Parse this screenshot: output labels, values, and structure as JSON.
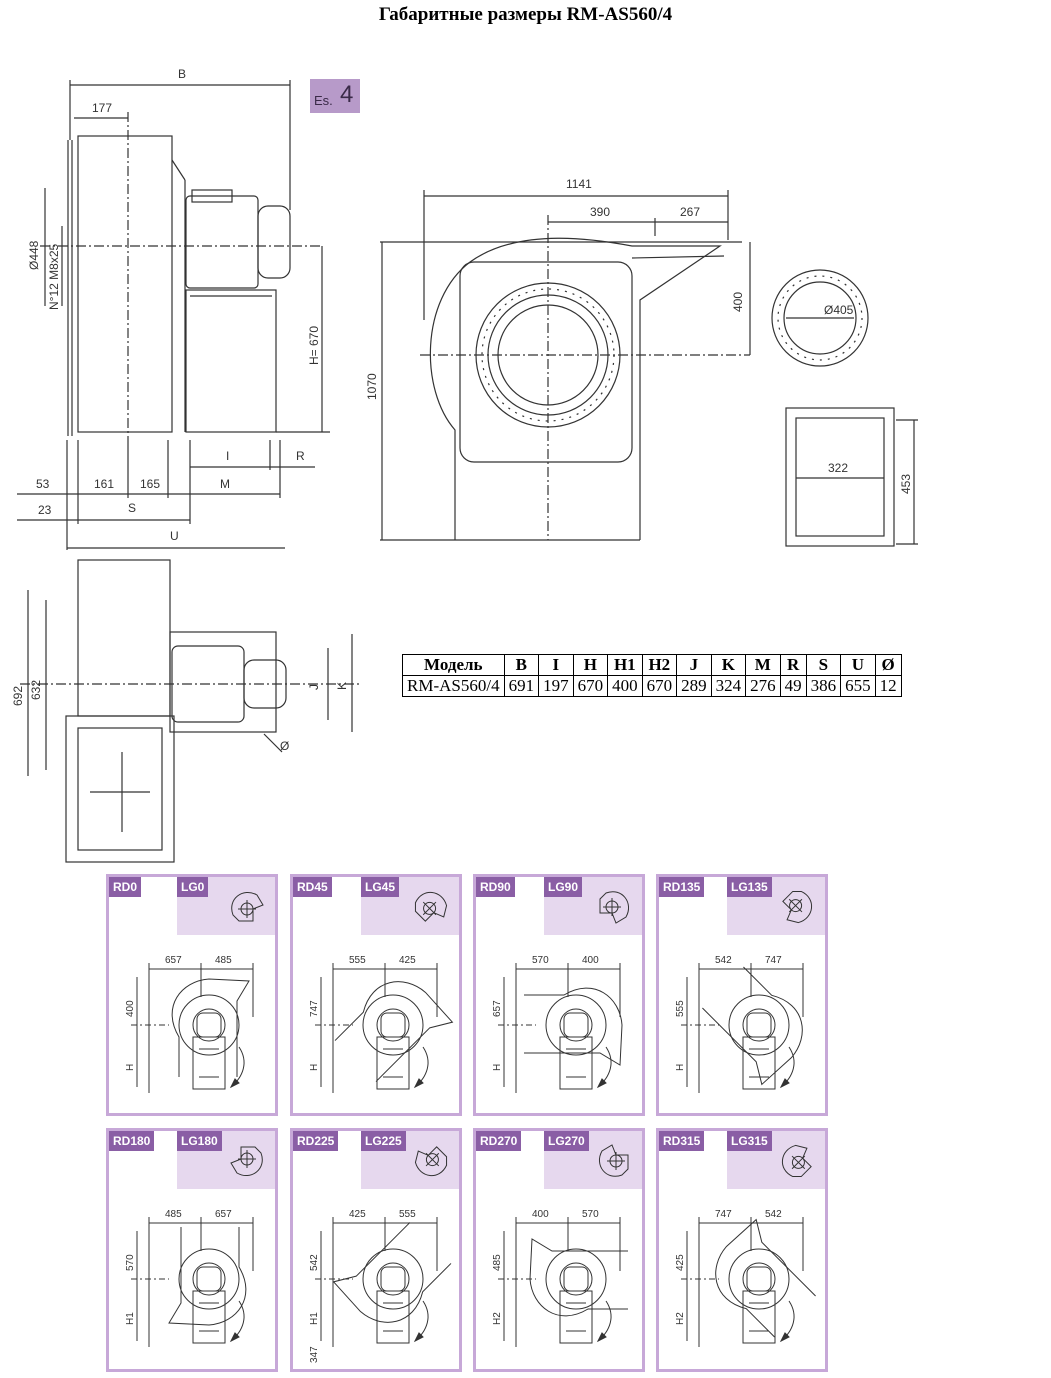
{
  "title": "Габаритные размеры RM-AS560/4",
  "es_badge": {
    "prefix": "Es.",
    "number": "4"
  },
  "side_view": {
    "B": "B",
    "d177": "177",
    "d448": "Ø448",
    "holes": "N°12 M8x25",
    "H670": "H= 670",
    "I": "I",
    "R": "R",
    "M": "M",
    "S": "S",
    "U": "U",
    "d53": "53",
    "d161": "161",
    "d165": "165",
    "d23": "23"
  },
  "front_view": {
    "d1141": "1141",
    "d390": "390",
    "d267": "267",
    "d400": "400",
    "d1070": "1070"
  },
  "inlet_flange": {
    "d405": "Ø405"
  },
  "outlet_flange": {
    "d322": "322",
    "d453": "453"
  },
  "top_view": {
    "d692": "692",
    "d632": "632",
    "J": "J",
    "K": "K",
    "O": "Ø"
  },
  "spec_table": {
    "headers": [
      "Модель",
      "B",
      "I",
      "H",
      "H1",
      "H2",
      "J",
      "K",
      "M",
      "R",
      "S",
      "U",
      "Ø"
    ],
    "row": [
      "RM-AS560/4",
      "691",
      "197",
      "670",
      "400",
      "670",
      "289",
      "324",
      "276",
      "49",
      "386",
      "655",
      "12"
    ]
  },
  "orientations": [
    {
      "rd": "RD0",
      "lg": "LG0",
      "a": "657",
      "b": "485",
      "v1": "400",
      "v2": "H"
    },
    {
      "rd": "RD45",
      "lg": "LG45",
      "a": "555",
      "b": "425",
      "v1": "747",
      "v2": "H"
    },
    {
      "rd": "RD90",
      "lg": "LG90",
      "a": "570",
      "b": "400",
      "v1": "657",
      "v2": "H"
    },
    {
      "rd": "RD135",
      "lg": "LG135",
      "a": "542",
      "b": "747",
      "v1": "555",
      "v2": "H"
    },
    {
      "rd": "RD180",
      "lg": "LG180",
      "a": "485",
      "b": "657",
      "v1": "570",
      "v2": "H1"
    },
    {
      "rd": "RD225",
      "lg": "LG225",
      "a": "425",
      "b": "555",
      "v1": "542",
      "v2": "H1",
      "v3": "347"
    },
    {
      "rd": "RD270",
      "lg": "LG270",
      "a": "400",
      "b": "570",
      "v1": "485",
      "v2": "H2"
    },
    {
      "rd": "RD315",
      "lg": "LG315",
      "a": "747",
      "b": "542",
      "v1": "425",
      "v2": "H2"
    }
  ]
}
